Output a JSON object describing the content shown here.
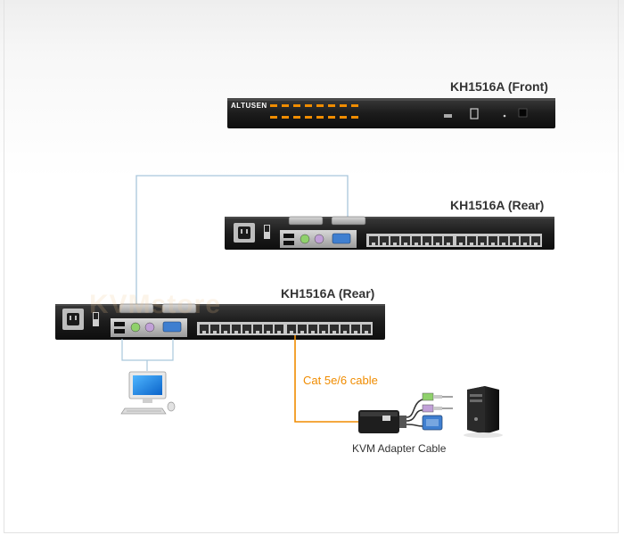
{
  "labels": {
    "front": "KH1516A (Front)",
    "rear_top": "KH1516A (Rear)",
    "rear_bottom": "KH1516A (Rear)",
    "cable": "Cat 5e/6 cable",
    "adapter": "KVM Adapter Cable"
  },
  "brand": "ALTUSEN",
  "watermark": "KVMstore",
  "colors": {
    "device": "#1a1a1a",
    "cable_blue": "#a9c7dc",
    "cable_orange": "#f08c00"
  }
}
